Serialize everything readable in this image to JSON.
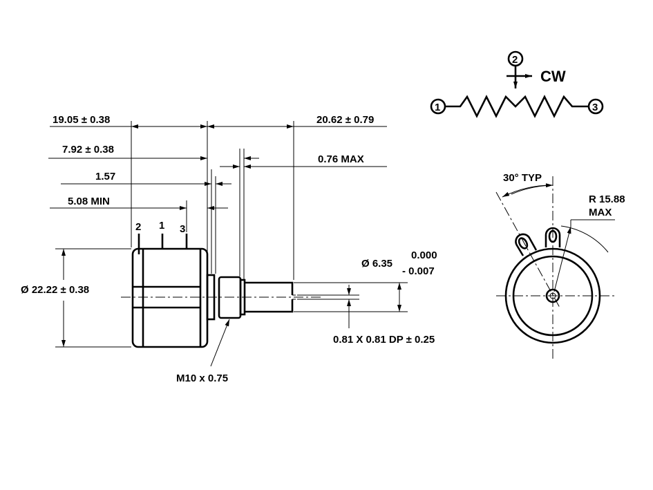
{
  "drawing": {
    "schematic": {
      "pin1": "1",
      "pin2": "2",
      "pin3": "3",
      "direction": "CW"
    },
    "side_view": {
      "overall_length": "19.05 ± 0.38",
      "shaft_length": "20.62 ± 0.79",
      "bushing_length": "7.92 ± 0.38",
      "collar_max": "0.76 MAX",
      "flange": "1.57",
      "terminal_min": "5.08 MIN",
      "terminal_labels": [
        "2",
        "1",
        "3"
      ],
      "body_diameter": "Ø 22.22 ± 0.38",
      "shaft_diameter": "Ø 6.35",
      "shaft_tol_upper": "0.000",
      "shaft_tol_lower": "- 0.007",
      "slot": "0.81 X 0.81 DP ± 0.25",
      "thread": "M10 x 0.75"
    },
    "front_view": {
      "angle": "30° TYP",
      "radius": "R 15.88",
      "radius_note": "MAX"
    }
  }
}
